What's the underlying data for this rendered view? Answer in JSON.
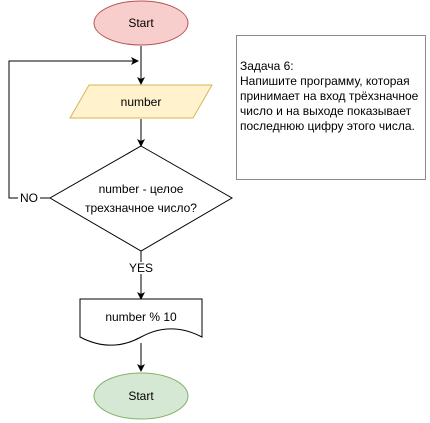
{
  "flowchart": {
    "start_label": "Start",
    "input_label": "number",
    "decision_line1": "number - целое",
    "decision_line2": "трехзначное число?",
    "no_label": "NO",
    "yes_label": "YES",
    "output_label": "number % 10",
    "end_label": "Start"
  },
  "task": {
    "text": "Задача 6:\nНапишите программу, которая принимает на вход трёхзначное число и на выходе показывает последнюю цифру этого числа."
  },
  "colors": {
    "start_fill": "#f8cecc",
    "start_stroke": "#b85450",
    "input_fill": "#fff2cc",
    "input_stroke": "#d6b656",
    "end_fill": "#d5e8d4",
    "end_stroke": "#82b366",
    "line": "#000000"
  }
}
